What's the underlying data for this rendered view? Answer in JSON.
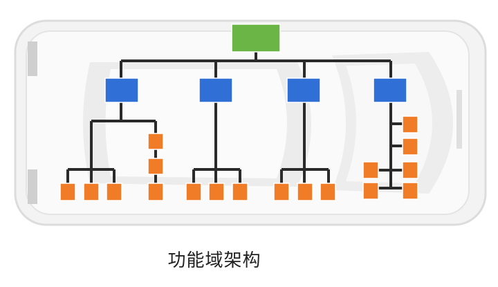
{
  "caption": "功能域架构",
  "colors": {
    "central": "#6ab545",
    "domain": "#2f6fd6",
    "node": "#f07c28",
    "line": "#2a2a2a",
    "car": "#e6e6e6"
  },
  "diagram": {
    "central": 1,
    "domains": [
      {
        "children": 6
      },
      {
        "children": 3
      },
      {
        "children": 3
      },
      {
        "children": 6
      }
    ]
  }
}
